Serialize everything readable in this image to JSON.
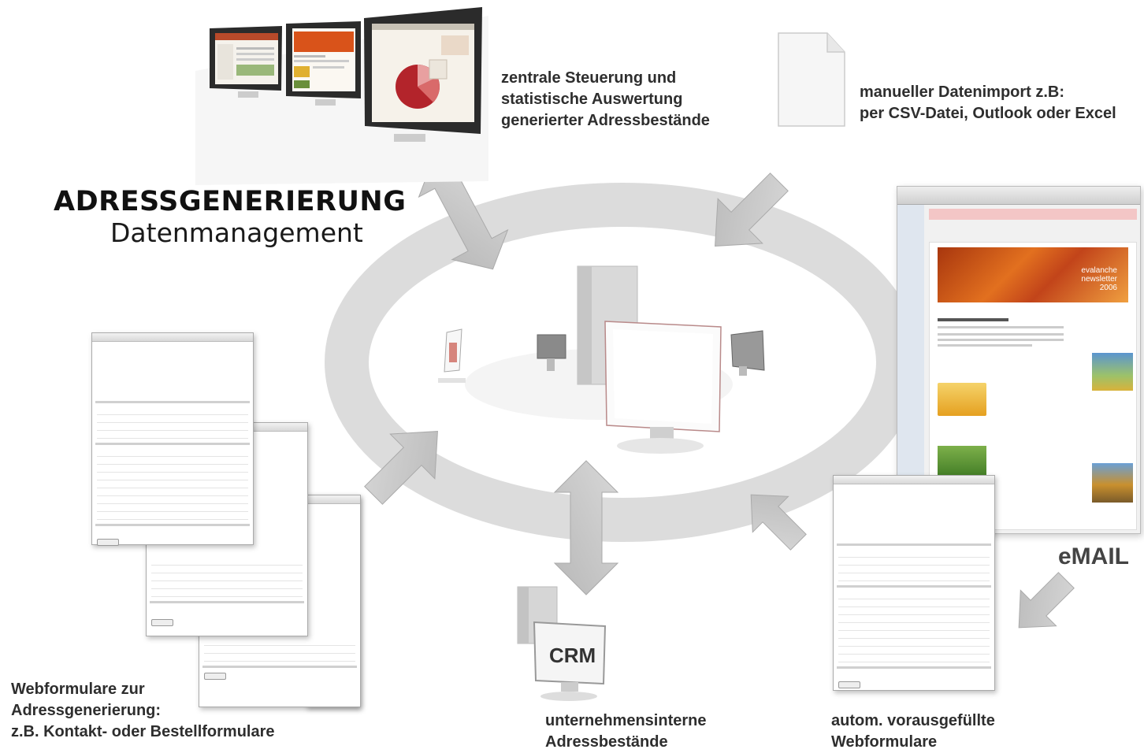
{
  "title": {
    "main": "ADRESSGENERIERUNG",
    "sub": "Datenmanagement"
  },
  "labels": {
    "top_center": [
      "zentrale Steuerung und",
      "statistische Auswertung",
      "generierter Adressbestände"
    ],
    "top_right": [
      "manueller Datenimport z.B:",
      "per CSV-Datei, Outlook oder Excel"
    ],
    "bottom_left": [
      "Webformulare zur",
      "Adressgenerierung:",
      "z.B. Kontakt- oder Bestellformulare"
    ],
    "bottom_center": [
      "unternehmensinterne",
      "Adressbestände"
    ],
    "bottom_right": [
      "autom. vorausgefüllte",
      "Webformulare"
    ],
    "email": "eMAIL",
    "crm": "CRM"
  },
  "newsletter": {
    "banner": [
      "evalanche",
      "newsletter",
      "2006"
    ]
  },
  "colors": {
    "ring": "#dcdcdc",
    "arrow": "#c8c8c8",
    "text": "#2e2e2e",
    "banner": "#d9531a"
  },
  "icons": [
    "document-icon",
    "monitor-icon",
    "server-icon",
    "arrow-icon"
  ]
}
